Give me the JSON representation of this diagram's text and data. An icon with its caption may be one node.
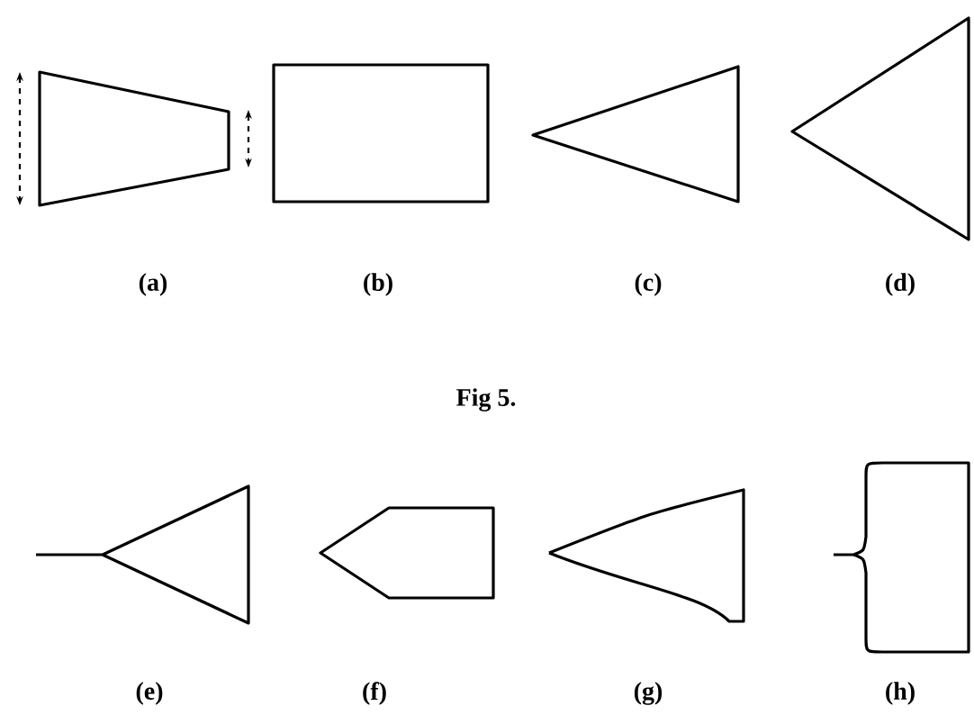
{
  "diagram": {
    "labels": [
      "(a)",
      "(b)",
      "(c)",
      "(d)",
      "Fig 5.",
      "(e)",
      "(f)",
      "(g)",
      "(h)"
    ]
  }
}
